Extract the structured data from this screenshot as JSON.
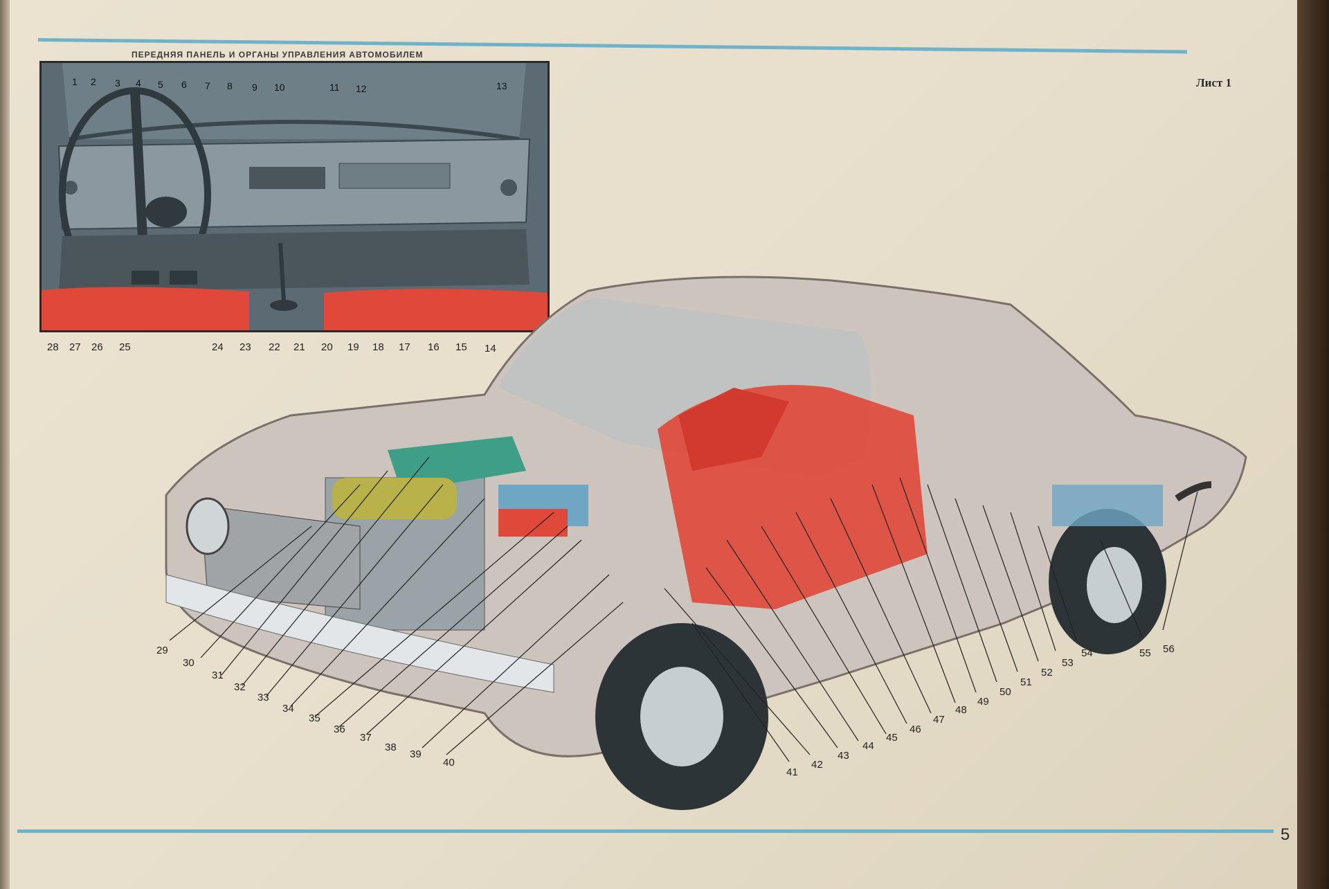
{
  "header": {
    "title": "ПЕРЕДНЯЯ ПАНЕЛЬ И ОРГАНЫ УПРАВЛЕНИЯ АВТОМОБИЛЕМ",
    "sheet": "Лист 1"
  },
  "page_number": "5",
  "dashboard_callouts_top": [
    "1",
    "2",
    "3",
    "4",
    "5",
    "6",
    "7",
    "8",
    "9",
    "10",
    "11",
    "12",
    "13"
  ],
  "dashboard_callouts_bottom": [
    "28",
    "27",
    "26",
    "25",
    "24",
    "23",
    "22",
    "21",
    "20",
    "19",
    "18",
    "17",
    "16",
    "15",
    "14"
  ],
  "car_callouts": [
    "29",
    "30",
    "31",
    "32",
    "33",
    "34",
    "35",
    "36",
    "37",
    "38",
    "39",
    "40",
    "41",
    "42",
    "43",
    "44",
    "45",
    "46",
    "47",
    "48",
    "49",
    "50",
    "51",
    "52",
    "53",
    "54",
    "55",
    "56"
  ],
  "colors": {
    "accent_rule": "#6fb2cc",
    "interior_red": "#e0483a",
    "engine_green": "#3f9e86",
    "filter_yellow": "#b9b24a",
    "engine_blue": "#6fa6c4",
    "body_gray": "#c9c2bd"
  }
}
